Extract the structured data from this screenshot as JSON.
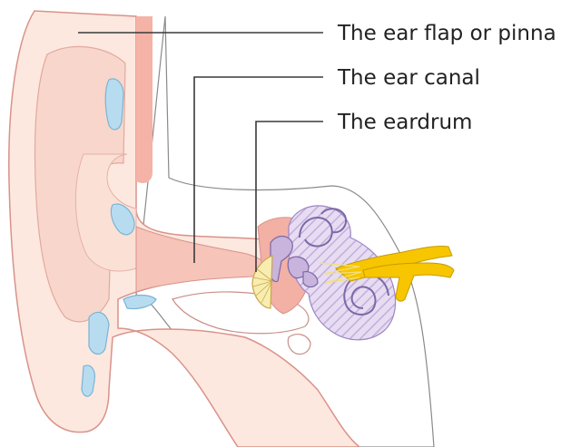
{
  "labels": {
    "pinna": "The ear flap or pinna",
    "canal": "The ear canal",
    "eardrum": "The eardrum"
  },
  "colors": {
    "skin_light": "#fde8df",
    "skin_mid": "#f6cfc2",
    "skin_outline": "#d9928a",
    "canal_pink": "#f4b3a6",
    "cartilage_blue": "#b8dcef",
    "cartilage_outline": "#7ab4d6",
    "bone_white": "#ffffff",
    "ossicle_purple": "#c8b4dc",
    "cochlea_stripe": "#cdbde3",
    "eardrum_yellow": "#f8edb0",
    "nerve_yellow": "#f7c600",
    "label_text": "#222222"
  }
}
